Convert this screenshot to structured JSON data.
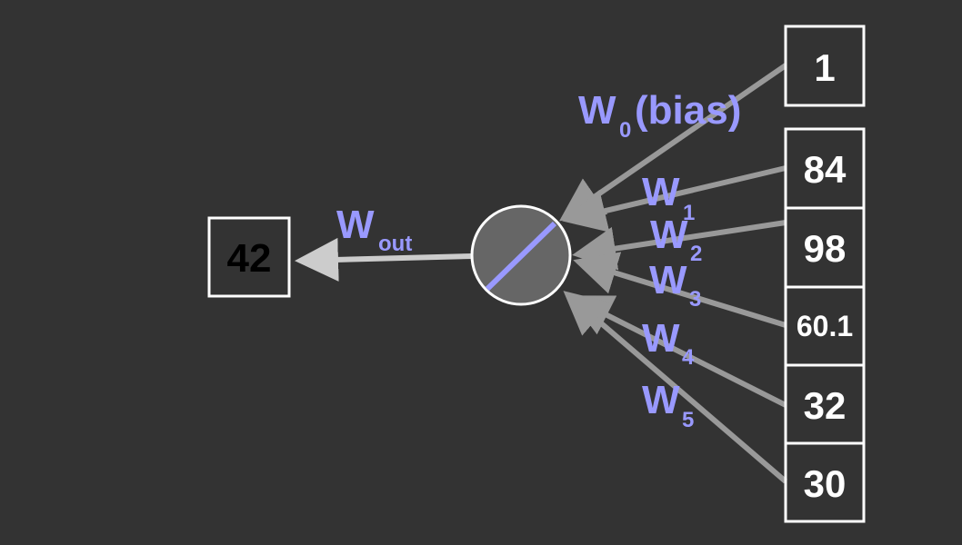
{
  "diagram": {
    "output_value": "42",
    "output_weight": {
      "main": "W",
      "sub": "out"
    },
    "bias_weight": {
      "main": "W",
      "sub": "0",
      "suffix": " (bias)"
    },
    "inputs": [
      {
        "value": "1"
      },
      {
        "value": "84"
      },
      {
        "value": "98"
      },
      {
        "value": "60.1"
      },
      {
        "value": "32"
      },
      {
        "value": "30"
      }
    ],
    "input_weights": [
      {
        "main": "W",
        "sub": "1"
      },
      {
        "main": "W",
        "sub": "2"
      },
      {
        "main": "W",
        "sub": "3"
      },
      {
        "main": "W",
        "sub": "4"
      },
      {
        "main": "W",
        "sub": "5"
      }
    ],
    "colors": {
      "background": "#333333",
      "box_border": "#ffffff",
      "box_text": "#ffffff",
      "output_box_text": "#000000",
      "arrow": "#999999",
      "output_arrow": "#cccccc",
      "weight_label": "#9999ff",
      "neuron_fill": "#666666",
      "neuron_border": "#ffffff",
      "activation_line": "#9999ff"
    }
  }
}
